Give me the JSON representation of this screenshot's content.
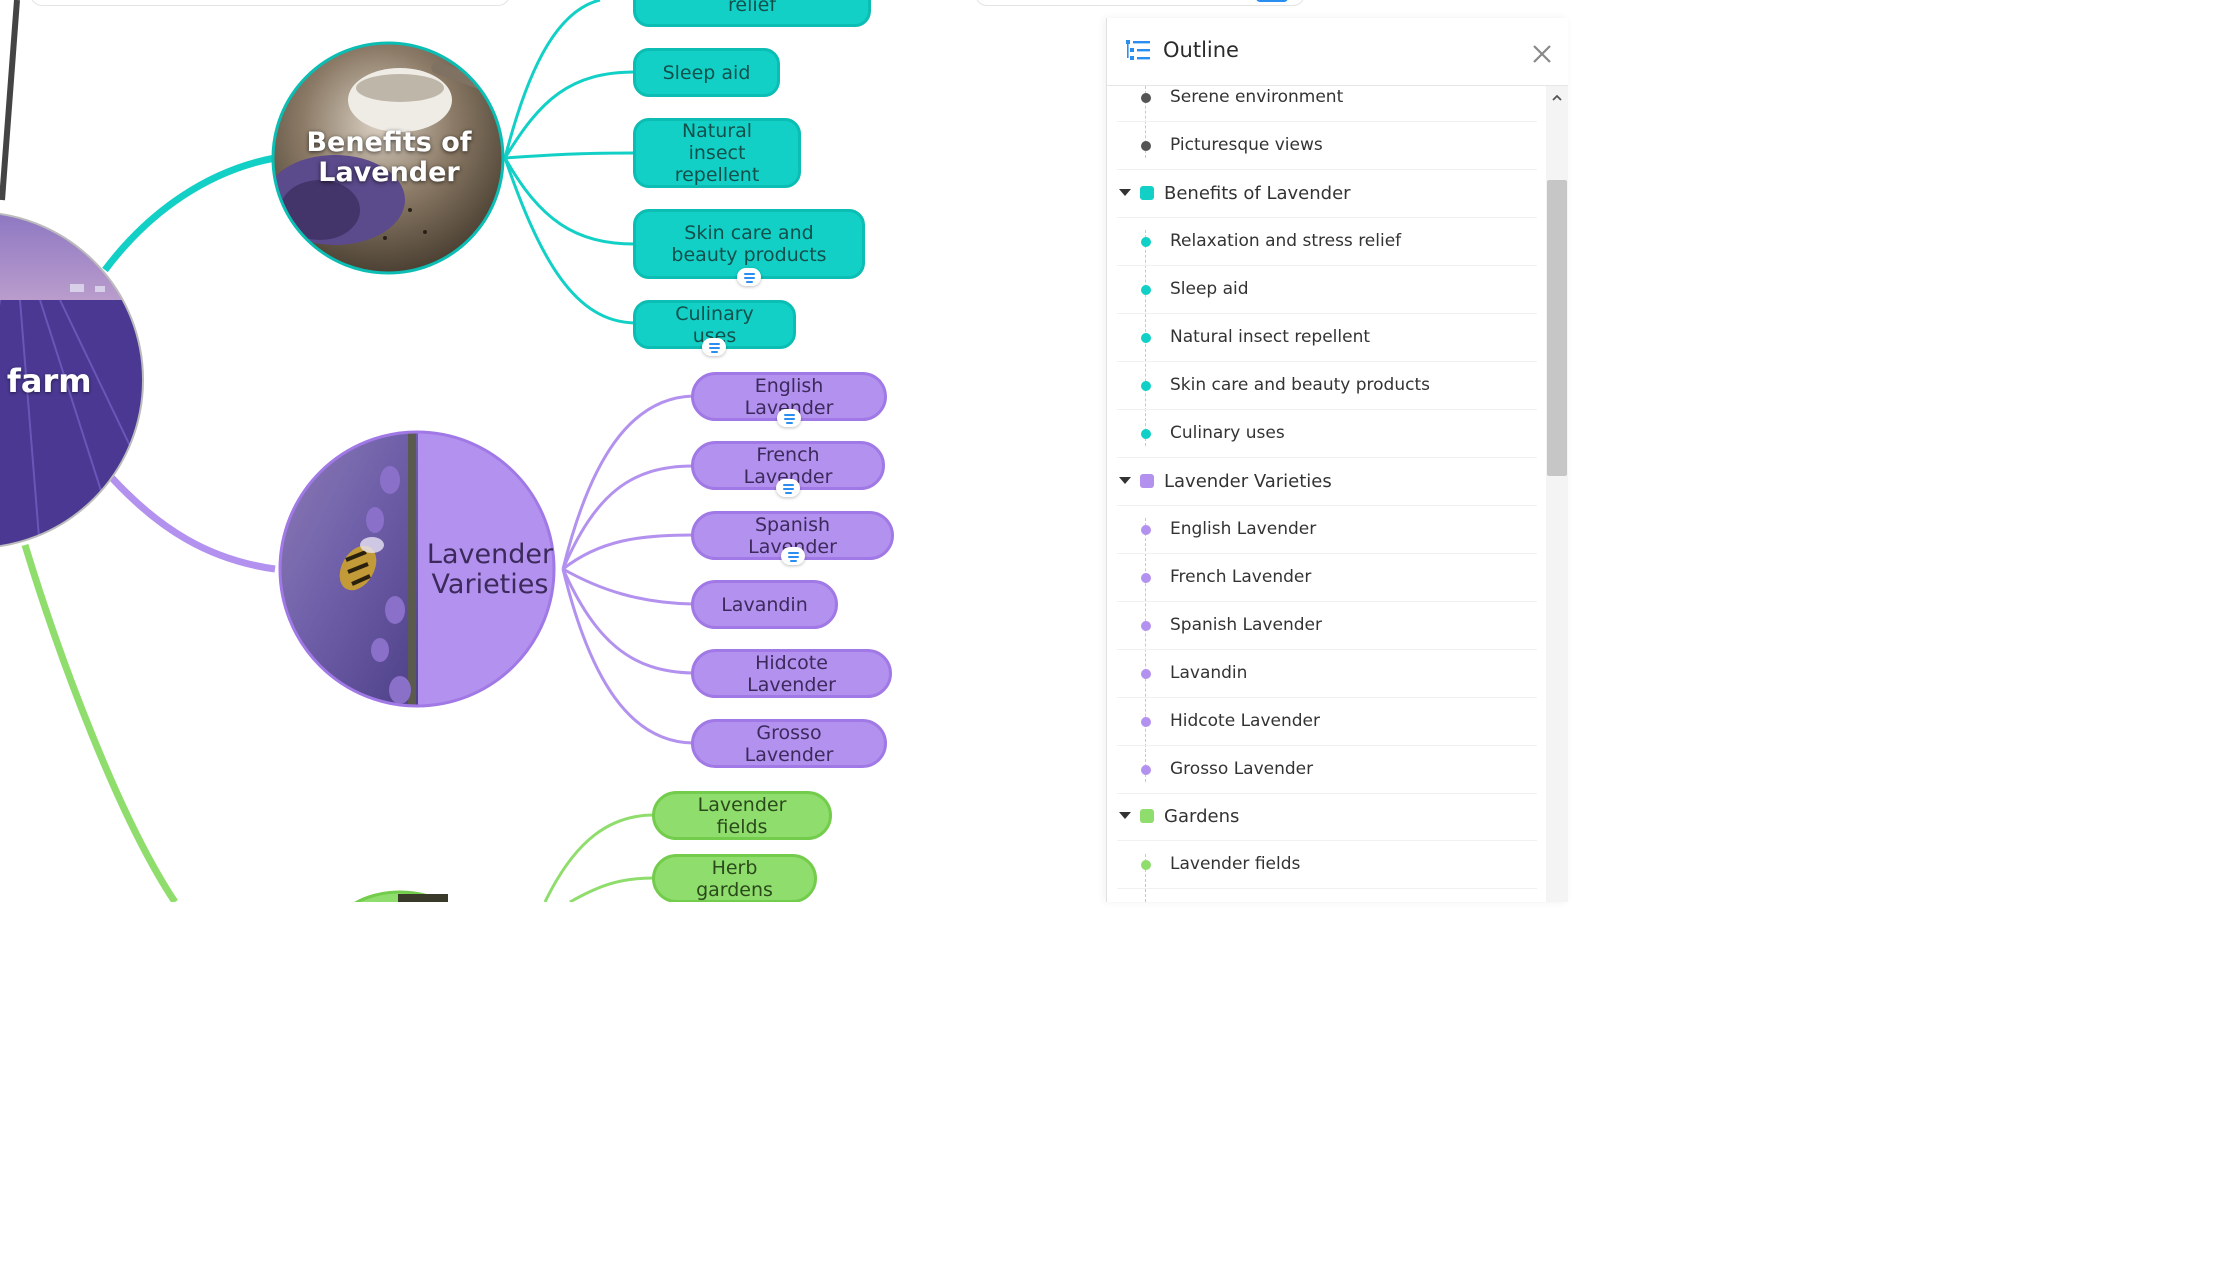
{
  "colors": {
    "teal": "#12d0c6",
    "purple": "#b391ee",
    "green": "#8fdd6c",
    "central_line": "#444444",
    "accent_blue": "#2a8ef0"
  },
  "mindmap": {
    "central": {
      "label": "r farm"
    },
    "branches": [
      {
        "id": "benefits",
        "title_line1": "Benefits of",
        "title_line2": "Lavender",
        "color": "teal",
        "children": [
          {
            "label": "relief",
            "has_note": false
          },
          {
            "label": "Sleep aid",
            "has_note": false
          },
          {
            "label": "Natural insect repellent",
            "has_note": false
          },
          {
            "label": "Skin care and beauty products",
            "has_note": true
          },
          {
            "label": "Culinary uses",
            "has_note": true
          }
        ]
      },
      {
        "id": "varieties",
        "title_line1": "Lavender",
        "title_line2": "Varieties",
        "color": "purple",
        "children": [
          {
            "label": "English Lavender",
            "has_note": true
          },
          {
            "label": "French Lavender",
            "has_note": true
          },
          {
            "label": "Spanish Lavender",
            "has_note": true
          },
          {
            "label": "Lavandin",
            "has_note": false
          },
          {
            "label": "Hidcote Lavender",
            "has_note": false
          },
          {
            "label": "Grosso Lavender",
            "has_note": false
          }
        ]
      },
      {
        "id": "gardens",
        "color": "green",
        "children": [
          {
            "label": "Lavender fields",
            "has_note": false
          },
          {
            "label": "Herb gardens",
            "has_note": false
          }
        ]
      }
    ]
  },
  "outline": {
    "title": "Outline",
    "icon": "outline-list-icon",
    "close_icon": "close-icon",
    "items": [
      {
        "label": "Serene environment",
        "level": 2,
        "color": "#555555"
      },
      {
        "label": "Picturesque views",
        "level": 2,
        "color": "#555555"
      },
      {
        "label": "Benefits of Lavender",
        "level": 1,
        "color": "#12d0c6"
      },
      {
        "label": "Relaxation and stress relief",
        "level": 2,
        "color": "#12d0c6"
      },
      {
        "label": "Sleep aid",
        "level": 2,
        "color": "#12d0c6"
      },
      {
        "label": "Natural insect repellent",
        "level": 2,
        "color": "#12d0c6"
      },
      {
        "label": "Skin care and beauty products",
        "level": 2,
        "color": "#12d0c6"
      },
      {
        "label": "Culinary uses",
        "level": 2,
        "color": "#12d0c6"
      },
      {
        "label": "Lavender Varieties",
        "level": 1,
        "color": "#b391ee"
      },
      {
        "label": "English Lavender",
        "level": 2,
        "color": "#b391ee"
      },
      {
        "label": "French Lavender",
        "level": 2,
        "color": "#b391ee"
      },
      {
        "label": "Spanish Lavender",
        "level": 2,
        "color": "#b391ee"
      },
      {
        "label": "Lavandin",
        "level": 2,
        "color": "#b391ee"
      },
      {
        "label": "Hidcote Lavender",
        "level": 2,
        "color": "#b391ee"
      },
      {
        "label": "Grosso Lavender",
        "level": 2,
        "color": "#b391ee"
      },
      {
        "label": "Gardens",
        "level": 1,
        "color": "#8fdd6c"
      },
      {
        "label": "Lavender fields",
        "level": 2,
        "color": "#8fdd6c"
      }
    ]
  }
}
